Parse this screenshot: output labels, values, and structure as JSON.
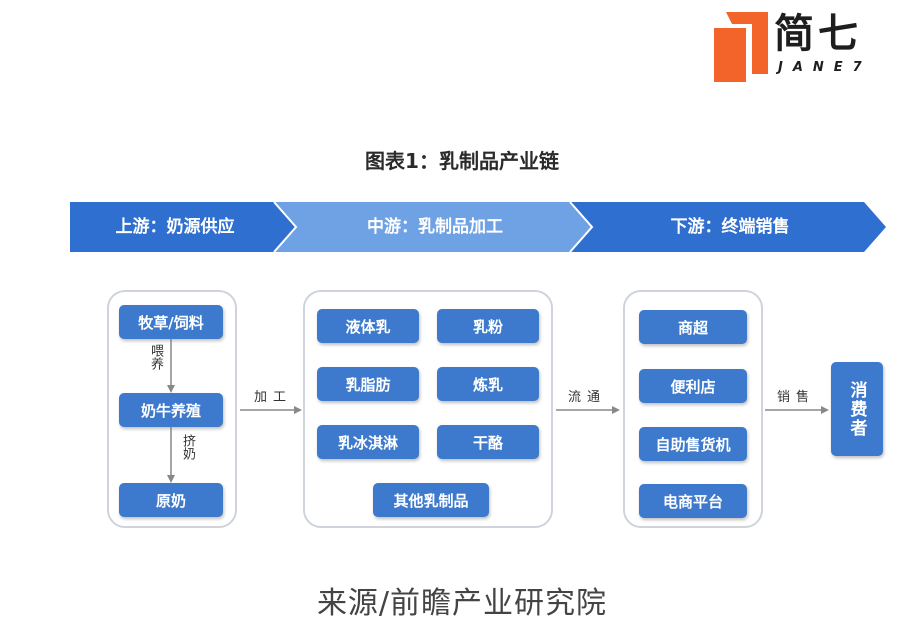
{
  "logo": {
    "text": "简七",
    "subtext": "JANE7"
  },
  "title": "图表1：乳制品产业链",
  "stages": [
    {
      "label": "上游：奶源供应"
    },
    {
      "label": "中游：乳制品加工"
    },
    {
      "label": "下游：终端销售"
    }
  ],
  "upstream": {
    "nodes": [
      "牧草/饲料",
      "奶牛养殖",
      "原奶"
    ],
    "steps": [
      "喂养",
      "挤奶"
    ]
  },
  "flows": {
    "process": "加工",
    "circulate": "流通",
    "sell": "销售"
  },
  "midstream": {
    "nodes": [
      "液体乳",
      "乳粉",
      "乳脂肪",
      "炼乳",
      "乳冰淇淋",
      "干酪",
      "其他乳制品"
    ]
  },
  "downstream": {
    "nodes": [
      "商超",
      "便利店",
      "自助售货机",
      "电商平台"
    ]
  },
  "consumer": "消费者",
  "source": "来源/前瞻产业研究院",
  "colors": {
    "banner_dark": "#2f6fd0",
    "banner_light": "#6fa2e4",
    "node": "#3d79cc",
    "logo_orange": "#f2642a"
  }
}
